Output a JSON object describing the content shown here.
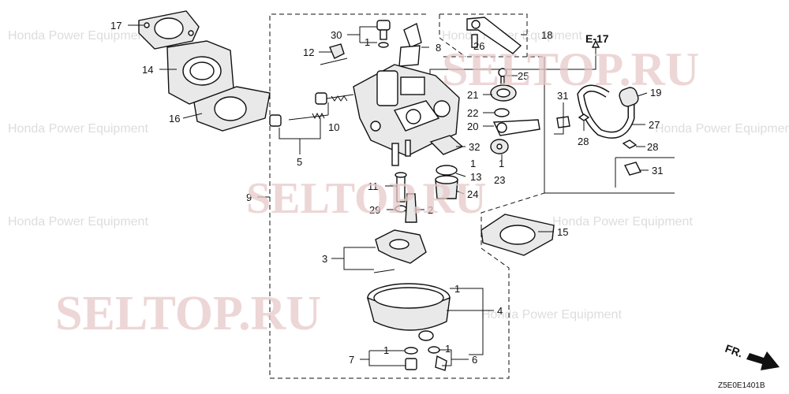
{
  "watermark": "SELTOP.RU",
  "faint_background_text": "Honda Power Equipment",
  "section_ref": "E-17",
  "front_marker": "FR.",
  "diagram_code": "Z5E0E1401B",
  "callouts": {
    "c1": "1",
    "c2": "2",
    "c3": "3",
    "c4": "4",
    "c5": "5",
    "c6": "6",
    "c7": "7",
    "c8": "8",
    "c9": "9",
    "c10": "10",
    "c11": "11",
    "c12": "12",
    "c13": "13",
    "c14": "14",
    "c15": "15",
    "c16": "16",
    "c17": "17",
    "c18": "18",
    "c19": "19",
    "c20": "20",
    "c21": "21",
    "c22": "22",
    "c23": "23",
    "c24": "24",
    "c25": "25",
    "c26": "26",
    "c27": "27",
    "c28": "28",
    "c29": "29",
    "c30": "30",
    "c31": "31",
    "c32": "32"
  }
}
